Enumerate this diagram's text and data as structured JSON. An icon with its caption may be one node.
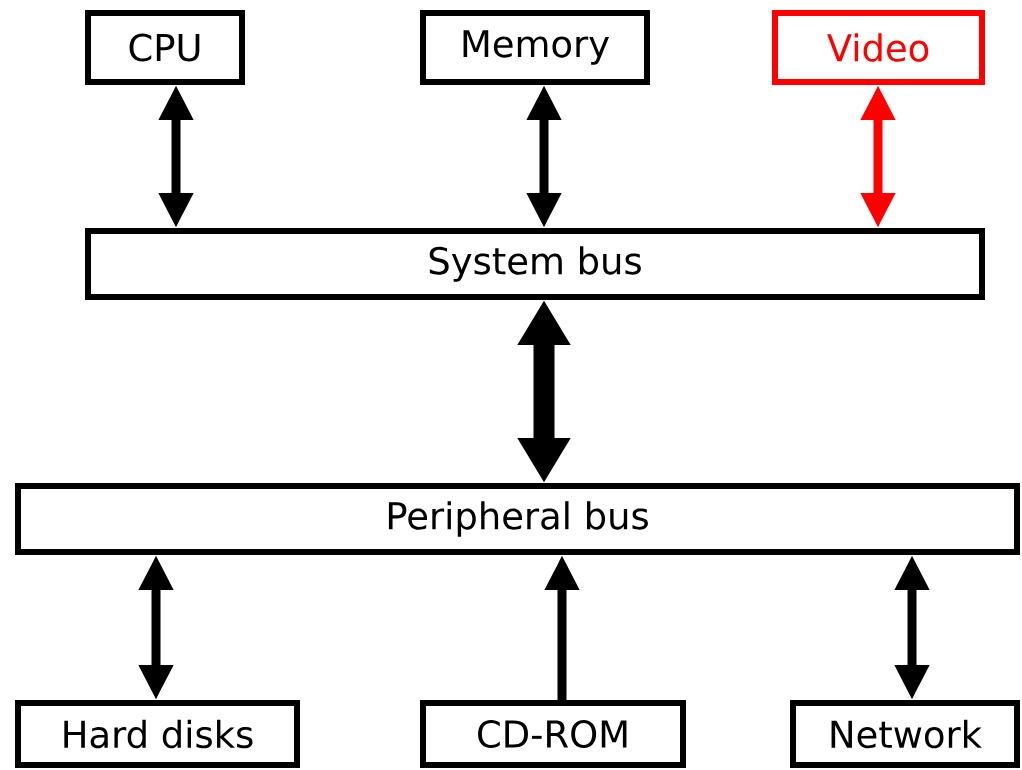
{
  "diagram": {
    "nodes": [
      {
        "text": [
          "CPU"
        ]
      },
      {
        "text": [
          "Memory"
        ]
      },
      {
        "text": [
          "Video"
        ]
      },
      {
        "text": [
          "System bus"
        ]
      },
      {
        "text": [
          "Peripheral bus"
        ]
      },
      {
        "text": [
          "Hard disks"
        ]
      },
      {
        "text": [
          "CD-ROM"
        ]
      },
      {
        "text": [
          "Network"
        ]
      }
    ],
    "edges": [
      {
        "from": 0,
        "to": 3,
        "arrow": "both"
      },
      {
        "from": 1,
        "to": 3,
        "arrow": "both"
      },
      {
        "from": 2,
        "to": 3,
        "arrow": "both",
        "color": "#ff0000"
      },
      {
        "from": 3,
        "to": 4,
        "arrow": "both",
        "style": "thick"
      },
      {
        "from": 5,
        "to": 4,
        "arrow": "both"
      },
      {
        "from": 6,
        "to": 4,
        "arrow": "to"
      },
      {
        "from": 7,
        "to": 4,
        "arrow": "both"
      }
    ]
  }
}
